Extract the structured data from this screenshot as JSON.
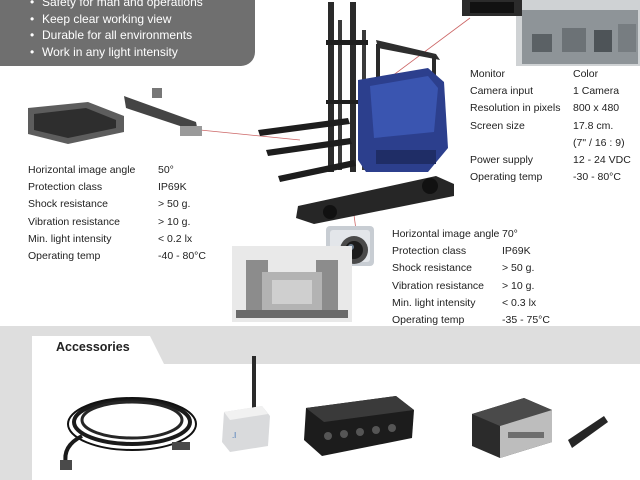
{
  "banner": {
    "features": [
      "Safety for man and operations",
      "Keep clear working view",
      "Durable for all environments",
      "Work in any light intensity"
    ]
  },
  "monitor_specs": [
    {
      "k": "Monitor",
      "v": "Color"
    },
    {
      "k": "Camera input",
      "v": "1 Camera"
    },
    {
      "k": "Resolution in pixels",
      "v": "800 x 480"
    },
    {
      "k": "Screen size",
      "v": "17.8 cm."
    },
    {
      "k": "",
      "v": "(7\" / 16 : 9)"
    },
    {
      "k": "Power supply",
      "v": "12 - 24 VDC"
    },
    {
      "k": "Operating temp",
      "v": "-30 - 80°C"
    }
  ],
  "fork_camera_specs": [
    {
      "k": "Horizontal image angle",
      "v": "50°"
    },
    {
      "k": "Protection class",
      "v": "IP69K"
    },
    {
      "k": "Shock resistance",
      "v": "> 50 g."
    },
    {
      "k": "Vibration resistance",
      "v": "> 10 g."
    },
    {
      "k": "Min. light intensity",
      "v": "< 0.2 lx"
    },
    {
      "k": "Operating temp",
      "v": "-40 - 80°C"
    }
  ],
  "mast_camera_specs": [
    {
      "k": "Horizontal image angle",
      "v": "70°"
    },
    {
      "k": "Protection class",
      "v": "IP69K"
    },
    {
      "k": "Shock resistance",
      "v": "> 50 g."
    },
    {
      "k": "Vibration resistance",
      "v": "> 10 g."
    },
    {
      "k": "Min. light intensity",
      "v": "< 0.3 lx"
    },
    {
      "k": "Operating temp",
      "v": "-35 - 75°C"
    }
  ],
  "accessories": {
    "title": "Accessories"
  }
}
